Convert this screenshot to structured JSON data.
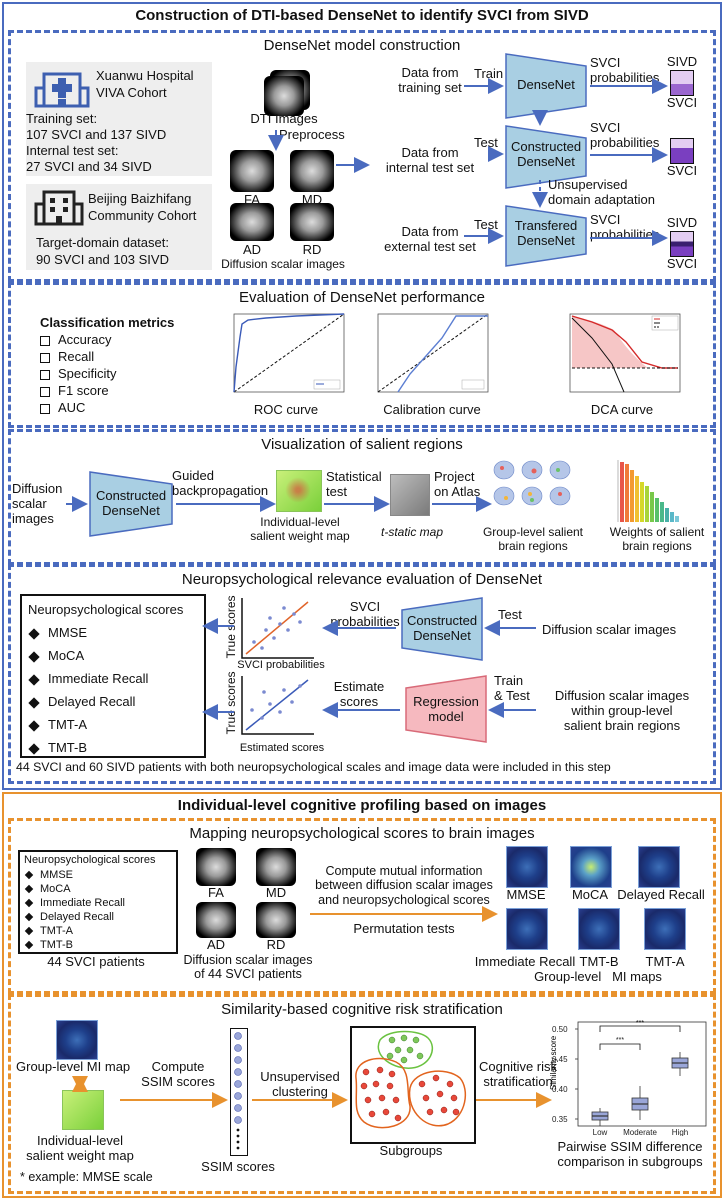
{
  "title": "Construction of DTI-based DenseNet to identify SVCI from SIVD",
  "colors": {
    "blue": "#4a6bbf",
    "orange": "#e8922e",
    "trap_blue": "#a9cfe3",
    "trap_pink": "#f6b9bf",
    "purple": "#7a3fc0"
  },
  "s1": {
    "title": "DenseNet model construction",
    "hosp1": "Xuanwu Hospital",
    "hosp1b": "VIVA Cohort",
    "train_set": "Training set:",
    "train_n": "107 SVCI and 137 SIVD",
    "int_set": "Internal test set:",
    "int_n": "27 SVCI and 34 SIVD",
    "hosp2": "Beijing Baizhifang",
    "hosp2b": "Community Cohort",
    "target": "Target-domain dataset:",
    "target_n": "90 SVCI and 103 SIVD",
    "dti": "DTI Images",
    "preprocess": "Preprocess",
    "fa": "FA",
    "md": "MD",
    "ad": "AD",
    "rd": "RD",
    "diffusion": "Diffusion scalar images",
    "data_train_1": "Data from",
    "data_train_2": "training set",
    "data_int_1": "Data from",
    "data_int_2": "internal test set",
    "data_ext_1": "Data from",
    "data_ext_2": "external test set",
    "train": "Train",
    "test1": "Test",
    "test2": "Test",
    "densenet": "DenseNet",
    "constructed_1": "Constructed",
    "constructed_2": "DenseNet",
    "transfered_1": "Transfered",
    "transfered_2": "DenseNet",
    "svci_prob_1": "SVCI",
    "svci_prob_2": "probabilities",
    "uda_1": "Unsupervised",
    "uda_2": "domain adaptation",
    "sivd": "SIVD",
    "svci": "SVCI"
  },
  "s2": {
    "title": "Evaluation of DenseNet performance",
    "metrics_title": "Classification metrics",
    "metrics": [
      "Accuracy",
      "Recall",
      "Specificity",
      "F1 score",
      "AUC"
    ],
    "roc": "ROC curve",
    "cal": "Calibration curve",
    "dca": "DCA curve"
  },
  "s3": {
    "title": "Visualization of salient regions",
    "diff_1": "Diffusion",
    "diff_2": "scalar",
    "diff_3": "images",
    "constructed_1": "Constructed",
    "constructed_2": "DenseNet",
    "guided_1": "Guided",
    "guided_2": "backpropagation",
    "stat_1": "Statistical",
    "stat_2": "test",
    "project_1": "Project",
    "project_2": "on Atlas",
    "indiv_1": "Individual-level",
    "indiv_2": "salient weight map",
    "tstat": "t-static map",
    "group_1": "Group-level salient",
    "group_2": "brain regions",
    "weights_1": "Weights of salient",
    "weights_2": "brain regions"
  },
  "s4": {
    "title": "Neuropsychological relevance evaluation of DenseNet",
    "scores_title": "Neuropsychological scores",
    "scores": [
      "MMSE",
      "MoCA",
      "Immediate Recall",
      "Delayed Recall",
      "TMT-A",
      "TMT-B"
    ],
    "true_scores": "True  scores",
    "svci_probs_axis": "SVCI probabilities",
    "estimated_axis": "Estimated scores",
    "svci_prob_1": "SVCI",
    "svci_prob_2": "probabilities",
    "estimate_1": "Estimate",
    "estimate_2": "scores",
    "constructed_1": "Constructed",
    "constructed_2": "DenseNet",
    "regression_1": "Regression",
    "regression_2": "model",
    "test": "Test",
    "train_test_1": "Train",
    "train_test_2": "& Test",
    "diff_imgs": "Diffusion scalar images",
    "diff_within_1": "Diffusion scalar images",
    "diff_within_2": "within group-level",
    "diff_within_3": "salient brain regions",
    "footnote": "44 SVCI and 60 SIVD patients with both neuropsychological scales and image data were included in this step"
  },
  "part2": {
    "title": "Individual-level cognitive profiling based on images",
    "s5": {
      "title": "Mapping neuropsychological scores to brain images",
      "scores_title": "Neuropsychological scores",
      "scores": [
        "MMSE",
        "MoCA",
        "Immediate Recall",
        "Delayed Recall",
        "TMT-A",
        "TMT-B"
      ],
      "patients": "44 SVCI patients",
      "fa": "FA",
      "md": "MD",
      "ad": "AD",
      "rd": "RD",
      "diff_1": "Diffusion scalar images",
      "diff_2": "of 44 SVCI patients",
      "mi_1": "Compute mutual information",
      "mi_2": "between diffusion scalar images",
      "mi_3": "and neuropsychological scores",
      "perm": "Permutation tests",
      "mmse": "MMSE",
      "moca": "MoCA",
      "delayed": "Delayed Recall",
      "immediate": "Immediate Recall",
      "tmtb": "TMT-B",
      "tmta": "TMT-A",
      "group_mi": "Group-level   MI maps"
    },
    "s6": {
      "title": "Similarity-based cognitive risk stratification",
      "group_mi": "Group-level MI map",
      "indiv_1": "Individual-level",
      "indiv_2": "salient weight map",
      "compute_1": "Compute",
      "compute_2": "SSIM scores",
      "ssim": "SSIM scores",
      "unsup_1": "Unsupervised",
      "unsup_2": "clustering",
      "subgroups": "Subgroups",
      "cog_1": "Cognitive risk",
      "cog_2": "stratification",
      "example": "* example: MMSE scale",
      "pair_1": "Pairwise SSIM difference",
      "pair_2": "comparison in subgroups",
      "sim_axis": "Similarity score",
      "yticks": [
        "0.50",
        "0.45",
        "0.40",
        "0.35"
      ],
      "xcats": [
        "Low",
        "Moderate",
        "High"
      ],
      "sig": "***"
    }
  }
}
